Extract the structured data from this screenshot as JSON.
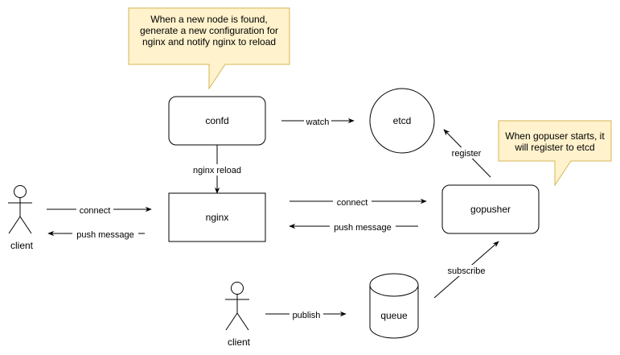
{
  "diagram": {
    "notes": {
      "confd_note": [
        "When a new node is found,",
        "generate a new configuration for",
        "nginx and notify nginx to reload"
      ],
      "gopusher_note": [
        "When gopuser starts, it",
        "will register to etcd"
      ]
    },
    "nodes": {
      "confd": "confd",
      "etcd": "etcd",
      "nginx": "nginx",
      "gopusher": "gopusher",
      "queue": "queue",
      "client_left": "client",
      "client_bottom": "client"
    },
    "edges": {
      "watch": "watch",
      "nginx_reload": "nginx reload",
      "register": "register",
      "client_connect": "connect",
      "client_push": "push message",
      "nginx_connect": "connect",
      "gopusher_push": "push message",
      "subscribe": "subscribe",
      "publish": "publish"
    },
    "colors": {
      "note_fill": "#fff2cc",
      "note_stroke": "#d6b656",
      "stroke": "#000000"
    }
  }
}
